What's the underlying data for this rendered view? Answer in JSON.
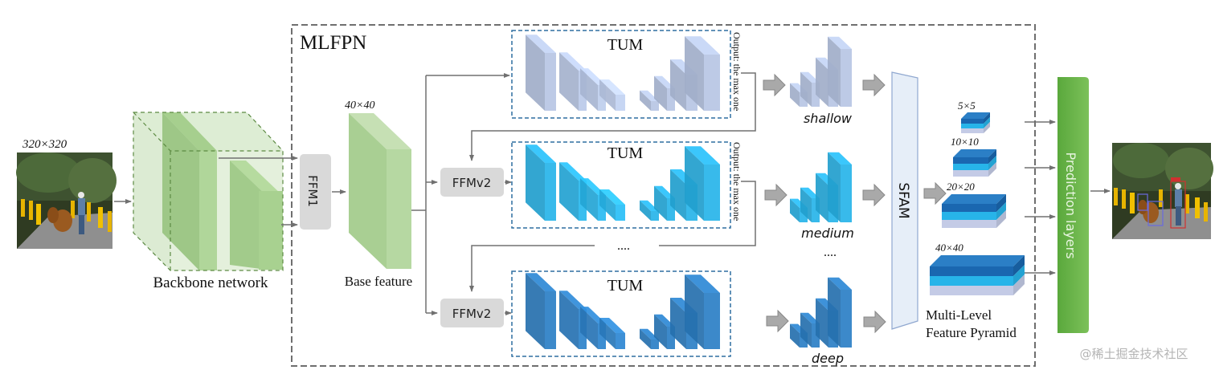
{
  "input": {
    "size_label": "320×320",
    "image_name": "input-image"
  },
  "backbone": {
    "label": "Backbone network"
  },
  "mlfpn": {
    "title": "MLFPN",
    "ffm1_label": "FFM1",
    "base_feature": {
      "size_label": "40×40",
      "label": "Base feature"
    },
    "ffmv2_label": "FFMv2",
    "tums": [
      {
        "label": "TUM",
        "output_label": "Output: the max one",
        "level": "shallow",
        "color": "#b7c6e4"
      },
      {
        "label": "TUM",
        "output_label": "Output: the max one",
        "level": "medium",
        "color": "#27b4e9"
      },
      {
        "label": "TUM",
        "level": "deep",
        "color": "#2b7fc6"
      }
    ],
    "ellipsis": "....",
    "levels": [
      {
        "label": "shallow"
      },
      {
        "label": "medium"
      },
      {
        "label": "deep"
      }
    ],
    "level_ellipsis": "....",
    "sfam_label": "SFAM",
    "pyramid": {
      "scales": [
        "5×5",
        "10×10",
        "20×20",
        "40×40"
      ],
      "label_line1": "Multi-Level",
      "label_line2": "Feature Pyramid"
    }
  },
  "prediction": {
    "label": "Prediction layers",
    "color": "#6ab64c"
  },
  "output": {
    "image_name": "detection-result-image"
  },
  "watermark": "@稀土掘金技术社区"
}
